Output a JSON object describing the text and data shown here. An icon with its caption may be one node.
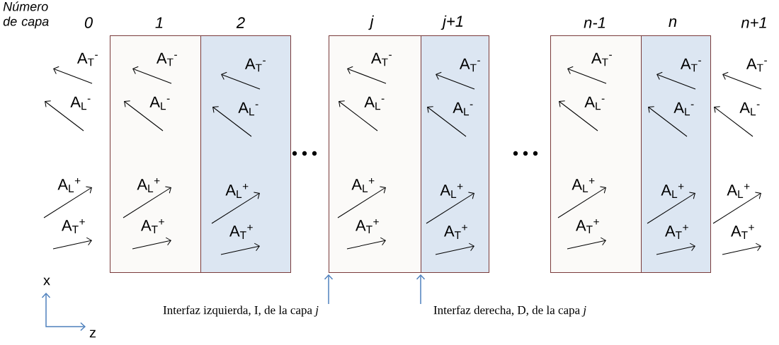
{
  "diagram": {
    "nodes": [
      {
        "text": [
          "1",
          "A$_{T}$$^{-}$",
          "A$_{L}$$^{-}$",
          "A$_{L}$$^{+}$",
          "A$_{T}$$^{+}$"
        ]
      },
      {
        "text": [
          "2",
          "A$_{T}$$^{-}$",
          "A$_{L}$$^{-}$",
          "A$_{L}$$^{+}$",
          "A$_{T}$$^{+}$"
        ]
      },
      {
        "text": [
          "j",
          "A$_{T}$$^{-}$",
          "A$_{L}$$^{-}$",
          "A$_{L}$$^{+}$",
          "A$_{T}$$^{+}$"
        ]
      },
      {
        "text": [
          "j+1",
          "A$_{T}$$^{-}$",
          "A$_{L}$$^{-}$",
          "A$_{L}$$^{+}$",
          "A$_{T}$$^{+}$"
        ]
      },
      {
        "text": [
          "n-1",
          "A$_{T}$$^{-}$",
          "A$_{L}$$^{-}$",
          "A$_{L}$$^{+}$",
          "A$_{T}$$^{+}$"
        ]
      },
      {
        "text": [
          "n",
          "A$_{T}$$^{-}$",
          "A$_{L}$$^{-}$",
          "A$_{L}$$^{+}$",
          "A$_{T}$$^{+}$"
        ]
      },
      {
        "text": [
          "Interfaz izquierda, I, de la capa *j*"
        ]
      },
      {
        "text": [
          "Interfaz derecha, D, de la capa *j*"
        ]
      }
    ],
    "edges": [
      {
        "from": 6,
        "to": 2,
        "arrow": "to",
        "color": "#4f81bd"
      },
      {
        "from": 7,
        "to": 3,
        "arrow": "to",
        "color": "#4f81bd"
      }
    ],
    "labels": [
      "Número de capa",
      "0",
      "n+1",
      "A$_{T}$$^{-}$",
      "A$_{L}$$^{-}$",
      "A$_{L}$$^{+}$",
      "A$_{T}$$^{+}$",
      "A$_{T}$$^{-}$",
      "A$_{L}$$^{-}$",
      "A$_{L}$$^{+}$",
      "A$_{T}$$^{+}$",
      "x",
      "z"
    ]
  }
}
